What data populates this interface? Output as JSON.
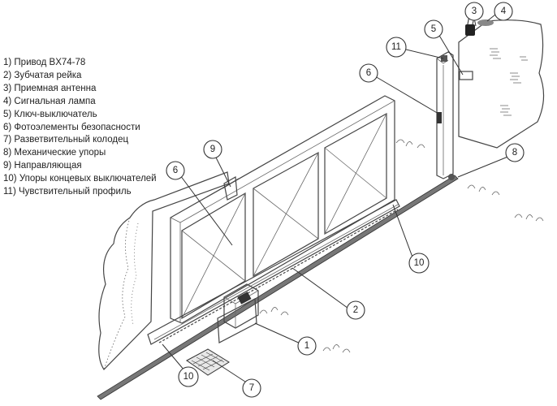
{
  "legend": [
    "1) Привод BX74-78",
    "2) Зубчатая рейка",
    "3) Приемная антенна",
    "4) Сигнальная лампа",
    "5) Ключ-выключатель",
    "6) Фотоэлементы безопасности",
    "7) Разветвительный колодец",
    "8) Механические упоры",
    "9) Направляющая",
    "10) Упоры концевых выключателей",
    "11) Чувствительный профиль"
  ],
  "callouts": [
    "1",
    "2",
    "3",
    "4",
    "5",
    "6",
    "6",
    "8",
    "9",
    "10",
    "10",
    "11",
    "7"
  ]
}
